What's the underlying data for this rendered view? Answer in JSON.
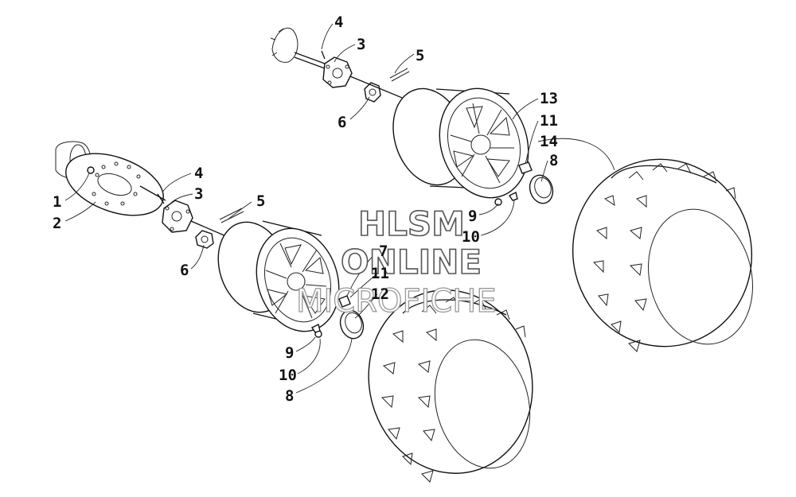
{
  "diagram": {
    "labels": {
      "l1": "1",
      "l2": "2",
      "l3a": "3",
      "l3b": "3",
      "l4a": "4",
      "l4b": "4",
      "l5a": "5",
      "l5b": "5",
      "l6a": "6",
      "l6b": "6",
      "l7": "7",
      "l8a": "8",
      "l8b": "8",
      "l9a": "9",
      "l9b": "9",
      "l10a": "10",
      "l10b": "10",
      "l11a": "11",
      "l11b": "11",
      "l12": "12",
      "l13": "13",
      "l14": "14"
    },
    "watermark": {
      "line1": "HLSM",
      "line2": "ONLINE",
      "line3": "MICROFICHE"
    }
  }
}
